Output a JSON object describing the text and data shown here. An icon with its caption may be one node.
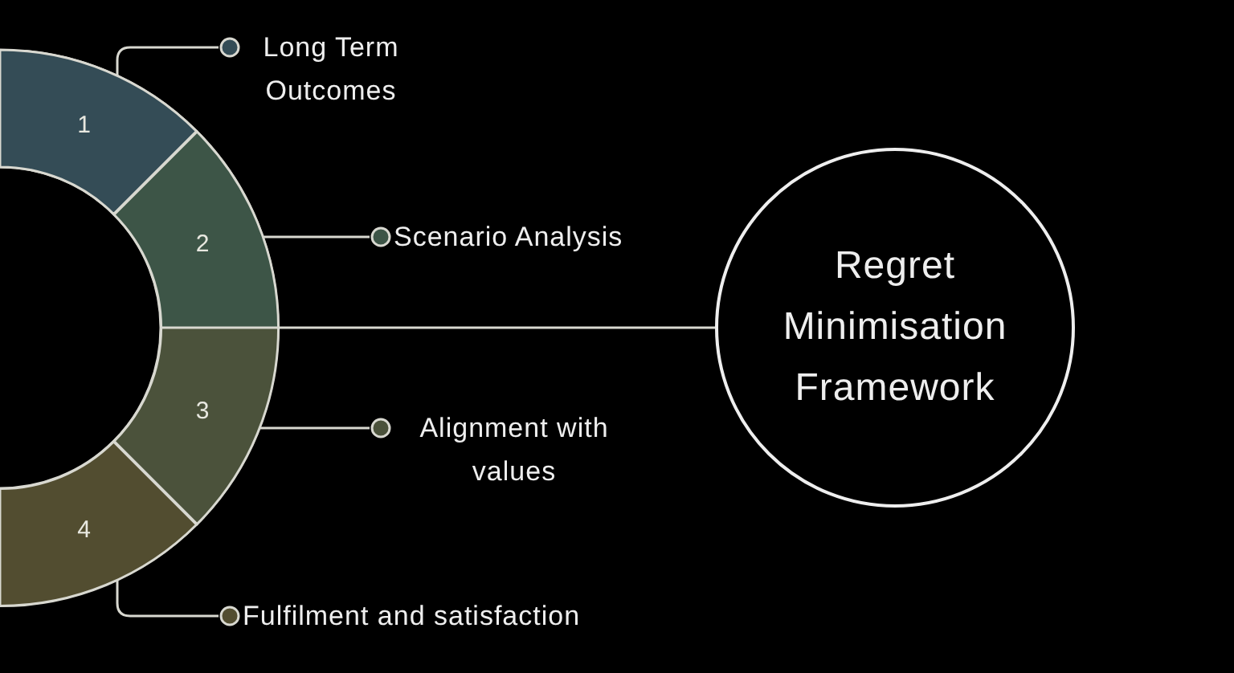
{
  "diagram": {
    "nodes": [
      {
        "text": [],
        "shape": "ring"
      },
      {
        "text": [
          "1"
        ],
        "in": 0
      },
      {
        "text": [
          "2"
        ],
        "in": 0
      },
      {
        "text": [
          "3"
        ],
        "in": 0
      },
      {
        "text": [
          "4"
        ],
        "in": 0
      },
      {
        "text": [
          "Long Term Outcomes"
        ]
      },
      {
        "text": [
          "Scenario Analysis"
        ]
      },
      {
        "text": [
          "Alignment with values"
        ]
      },
      {
        "text": [
          "Fulfilment and satisfaction"
        ]
      },
      {
        "text": [
          "Regret Minimisation Framework"
        ]
      }
    ],
    "edges": [
      {
        "from": 1,
        "to": 5,
        "arrow": "other"
      },
      {
        "from": 2,
        "to": 6,
        "arrow": "other"
      },
      {
        "from": 3,
        "to": 7,
        "arrow": "other"
      },
      {
        "from": 4,
        "to": 8,
        "arrow": "other"
      },
      {
        "from": 0,
        "to": 9,
        "arrow": "none"
      }
    ]
  }
}
